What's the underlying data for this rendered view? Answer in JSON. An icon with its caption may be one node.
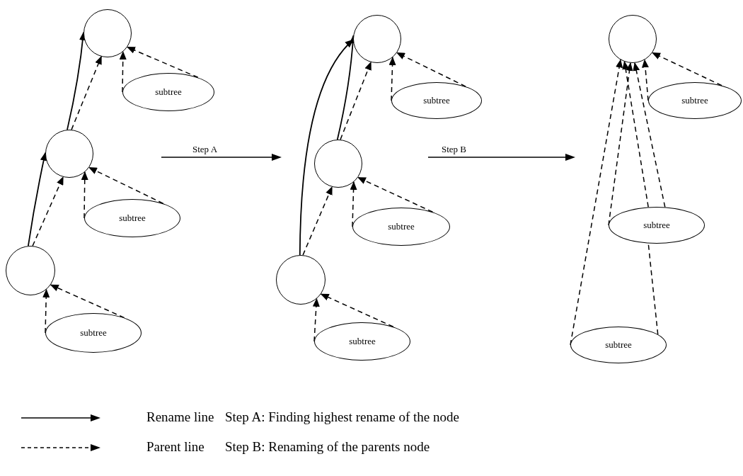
{
  "diagram": {
    "nodes": [
      {
        "text": [],
        "shape": "circle"
      },
      {
        "text": [
          "subtree"
        ]
      },
      {
        "text": [],
        "shape": "circle"
      },
      {
        "text": [
          "subtree"
        ]
      },
      {
        "text": [],
        "shape": "circle"
      },
      {
        "text": [
          "subtree"
        ]
      },
      {
        "text": [],
        "shape": "circle"
      },
      {
        "text": [
          "subtree"
        ]
      },
      {
        "text": [],
        "shape": "circle"
      },
      {
        "text": [
          "subtree"
        ]
      },
      {
        "text": [],
        "shape": "circle"
      },
      {
        "text": [
          "subtree"
        ]
      },
      {
        "text": [],
        "shape": "circle"
      },
      {
        "text": [
          "subtree"
        ]
      },
      {
        "text": [
          "subtree"
        ]
      },
      {
        "text": [
          "subtree"
        ]
      }
    ],
    "edges": [
      {
        "from": 2,
        "to": 0,
        "arrow": "to"
      },
      {
        "from": 2,
        "to": 0,
        "arrow": "to",
        "style": "dashed"
      },
      {
        "from": 1,
        "to": 0,
        "arrow": "to",
        "style": "dashed"
      },
      {
        "from": 1,
        "to": 0,
        "arrow": "to",
        "style": "dashed"
      },
      {
        "from": 4,
        "to": 2,
        "arrow": "to"
      },
      {
        "from": 4,
        "to": 2,
        "arrow": "to",
        "style": "dashed"
      },
      {
        "from": 3,
        "to": 2,
        "arrow": "to",
        "style": "dashed"
      },
      {
        "from": 3,
        "to": 2,
        "arrow": "to",
        "style": "dashed"
      },
      {
        "from": 5,
        "to": 4,
        "arrow": "to",
        "style": "dashed"
      },
      {
        "from": 5,
        "to": 4,
        "arrow": "to",
        "style": "dashed"
      },
      {
        "from": 8,
        "to": 6,
        "arrow": "to"
      },
      {
        "from": 8,
        "to": 6,
        "arrow": "to",
        "style": "dashed"
      },
      {
        "from": 10,
        "to": 6,
        "arrow": "to"
      },
      {
        "from": 7,
        "to": 6,
        "arrow": "to",
        "style": "dashed"
      },
      {
        "from": 7,
        "to": 6,
        "arrow": "to",
        "style": "dashed"
      },
      {
        "from": 10,
        "to": 8,
        "arrow": "to",
        "style": "dashed"
      },
      {
        "from": 9,
        "to": 8,
        "arrow": "to",
        "style": "dashed"
      },
      {
        "from": 9,
        "to": 8,
        "arrow": "to",
        "style": "dashed"
      },
      {
        "from": 11,
        "to": 10,
        "arrow": "to",
        "style": "dashed"
      },
      {
        "from": 11,
        "to": 10,
        "arrow": "to",
        "style": "dashed"
      },
      {
        "from": 13,
        "to": 12,
        "arrow": "to",
        "style": "dashed"
      },
      {
        "from": 13,
        "to": 12,
        "arrow": "to",
        "style": "dashed"
      },
      {
        "from": 14,
        "to": 12,
        "arrow": "to",
        "style": "dashed"
      },
      {
        "from": 14,
        "to": 12,
        "arrow": "to",
        "style": "dashed"
      },
      {
        "from": 14,
        "to": 12,
        "arrow": "to",
        "style": "dashed"
      },
      {
        "from": 15,
        "to": 12,
        "arrow": "to",
        "style": "dashed"
      },
      {
        "from": 15,
        "to": 14,
        "arrow": "none",
        "style": "dashed"
      }
    ],
    "labels": [
      "Step A",
      "Step B",
      "Step A: Finding highest rename of the node",
      "Step B: Renaming of the parents node"
    ],
    "legend": [
      {
        "text": "Rename line"
      },
      {
        "text": "Parent line"
      }
    ]
  }
}
